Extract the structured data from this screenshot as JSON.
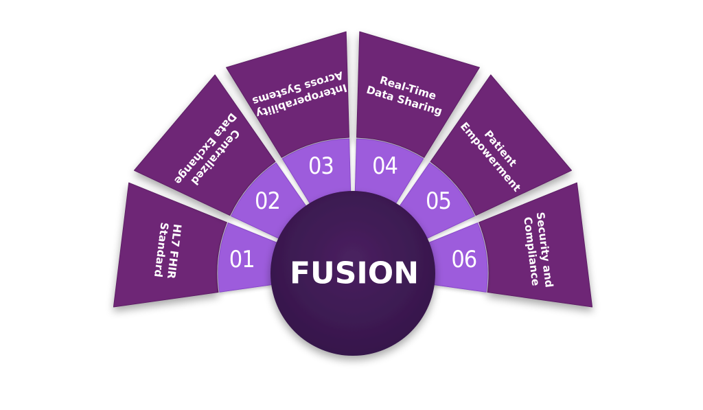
{
  "center": {
    "label": "FUSION"
  },
  "segments": [
    {
      "number": "01",
      "lines": [
        "HL7 FHIR",
        "Standard"
      ]
    },
    {
      "number": "02",
      "lines": [
        "Centralized",
        "Data Exchange"
      ]
    },
    {
      "number": "03",
      "lines": [
        "Interoperability",
        "Across Systems"
      ]
    },
    {
      "number": "04",
      "lines": [
        "Real-Time",
        "Data Sharing"
      ]
    },
    {
      "number": "05",
      "lines": [
        "Patient",
        "Empowerment"
      ]
    },
    {
      "number": "06",
      "lines": [
        "Security and",
        "Compliance"
      ]
    }
  ],
  "colors": {
    "panel": "#6e2876",
    "panel_edge": "#5d1f65",
    "ring": "#9d5bdc",
    "ring_edge": "#8748c8",
    "center": "#3c1a4f",
    "gap": "#e8e4ec"
  }
}
